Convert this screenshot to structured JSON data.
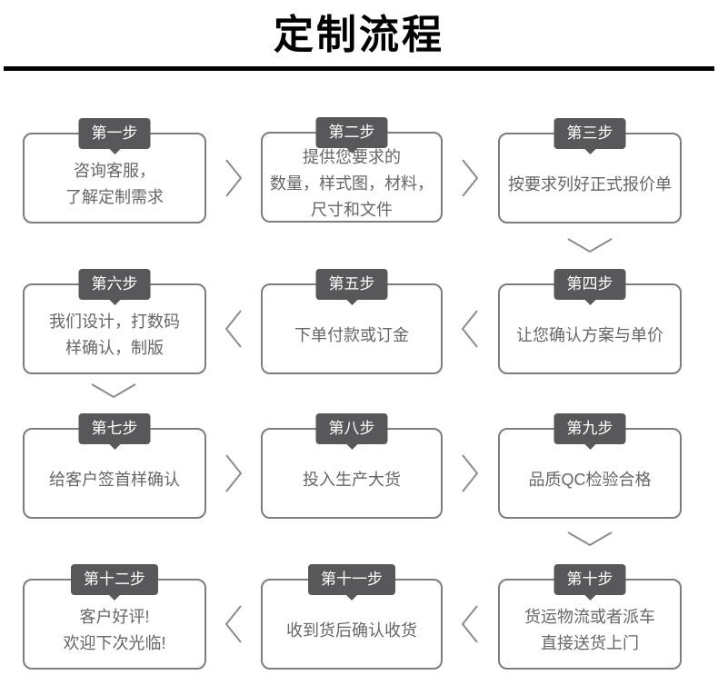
{
  "title": "定制流程",
  "steps": [
    {
      "label": "第一步",
      "lines": [
        "咨询客服，",
        "了解定制需求"
      ]
    },
    {
      "label": "第二步",
      "lines": [
        "提供您要求的",
        "数量，样式图，材料，",
        "尺寸和文件"
      ]
    },
    {
      "label": "第三步",
      "lines": [
        "按要求列好正式报价单"
      ]
    },
    {
      "label": "第四步",
      "lines": [
        "让您确认方案与单价"
      ]
    },
    {
      "label": "第五步",
      "lines": [
        "下单付款或订金"
      ]
    },
    {
      "label": "第六步",
      "lines": [
        "我们设计，打数码",
        "样确认，制版"
      ]
    },
    {
      "label": "第七步",
      "lines": [
        "给客户签首样确认"
      ]
    },
    {
      "label": "第八步",
      "lines": [
        "投入生产大货"
      ]
    },
    {
      "label": "第九步",
      "lines": [
        "品质QC检验合格"
      ]
    },
    {
      "label": "第十步",
      "lines": [
        "货运物流或者派车",
        "直接送货上门"
      ]
    },
    {
      "label": "第十一步",
      "lines": [
        "收到货后确认收货"
      ]
    },
    {
      "label": "第十二步",
      "lines": [
        "客户好评!",
        "欢迎下次光临!"
      ]
    }
  ],
  "colors": {
    "tab_bg": "#58585a",
    "tab_text": "#ffffff",
    "box_border": "#7d7d7d",
    "body_text": "#666666",
    "arrow": "#8c8c8c",
    "title_text": "#000000"
  }
}
